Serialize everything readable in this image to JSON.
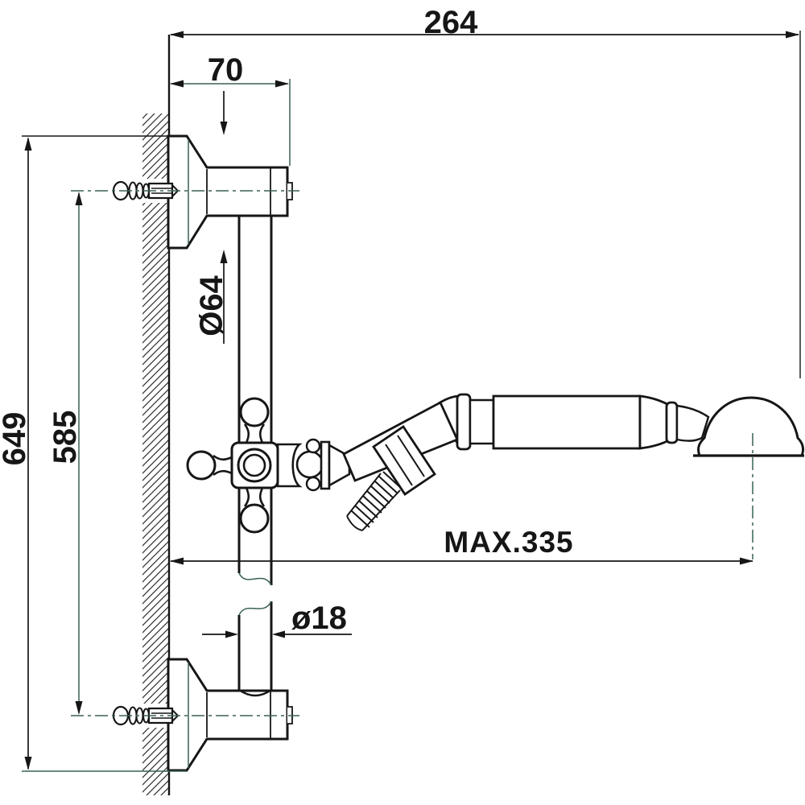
{
  "drawing": {
    "kind": "technical dimension drawing",
    "background": "#ffffff"
  },
  "dimensions": {
    "overall_width": {
      "label": "264"
    },
    "bracket_projection": {
      "label": "70"
    },
    "flange_diameter": {
      "label": "Ø64"
    },
    "overall_height": {
      "label": "649"
    },
    "fixing_centres": {
      "label": "585"
    },
    "max_reach": {
      "label": "MAX.335"
    },
    "bar_diameter": {
      "label": "ø18"
    }
  },
  "colors": {
    "line": "#161616",
    "auxiliary_line": "#3a6053",
    "background": "#ffffff"
  }
}
